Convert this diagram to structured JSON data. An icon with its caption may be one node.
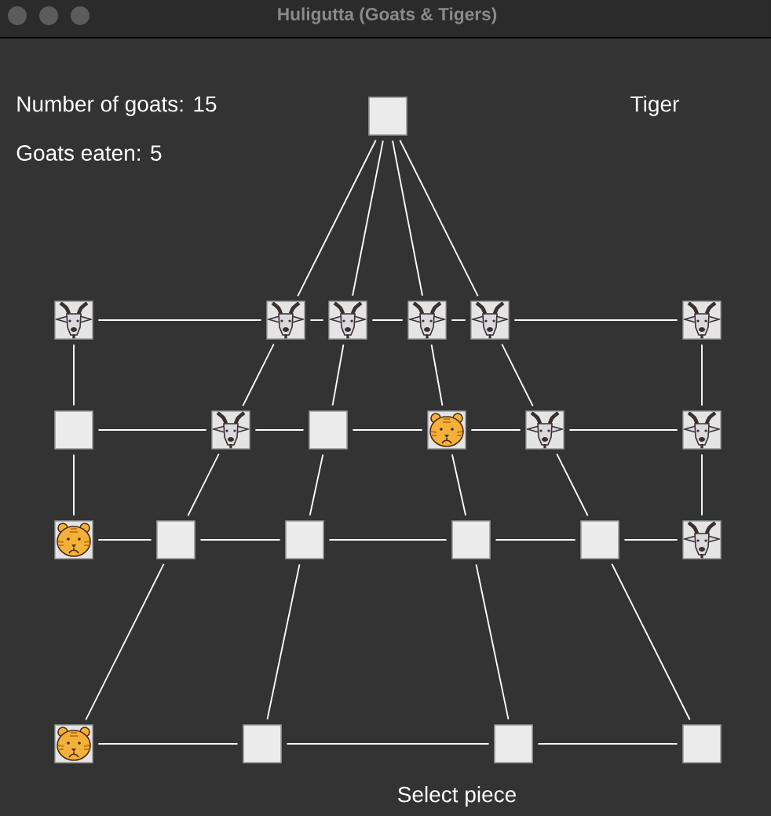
{
  "diagram": {
    "title": "Huligutta (Goats & Tigers)",
    "nodes": [
      {
        "text": [],
        "shape": "box"
      },
      {
        "text": [],
        "shape": "goat"
      },
      {
        "text": [],
        "shape": "goat"
      },
      {
        "text": [],
        "shape": "goat"
      },
      {
        "text": [],
        "shape": "goat"
      },
      {
        "text": [],
        "shape": "goat"
      },
      {
        "text": [],
        "shape": "goat"
      },
      {
        "text": [],
        "shape": "box"
      },
      {
        "text": [],
        "shape": "goat"
      },
      {
        "text": [],
        "shape": "box"
      },
      {
        "text": [],
        "shape": "tiger"
      },
      {
        "text": [],
        "shape": "goat"
      },
      {
        "text": [],
        "shape": "goat"
      },
      {
        "text": [],
        "shape": "tiger"
      },
      {
        "text": [],
        "shape": "box"
      },
      {
        "text": [],
        "shape": "box"
      },
      {
        "text": [],
        "shape": "box"
      },
      {
        "text": [],
        "shape": "box"
      },
      {
        "text": [],
        "shape": "goat"
      },
      {
        "text": [],
        "shape": "tiger"
      },
      {
        "text": [],
        "shape": "box"
      },
      {
        "text": [],
        "shape": "box"
      },
      {
        "text": [],
        "shape": "box"
      }
    ],
    "edges": [
      {
        "from": 0,
        "to": 2,
        "arrow": "none"
      },
      {
        "from": 0,
        "to": 3,
        "arrow": "none"
      },
      {
        "from": 0,
        "to": 4,
        "arrow": "none"
      },
      {
        "from": 0,
        "to": 5,
        "arrow": "none"
      },
      {
        "from": 1,
        "to": 2,
        "arrow": "none"
      },
      {
        "from": 2,
        "to": 3,
        "arrow": "none"
      },
      {
        "from": 3,
        "to": 4,
        "arrow": "none"
      },
      {
        "from": 4,
        "to": 5,
        "arrow": "none"
      },
      {
        "from": 5,
        "to": 6,
        "arrow": "none"
      },
      {
        "from": 1,
        "to": 7,
        "arrow": "none"
      },
      {
        "from": 2,
        "to": 8,
        "arrow": "none"
      },
      {
        "from": 3,
        "to": 9,
        "arrow": "none"
      },
      {
        "from": 4,
        "to": 10,
        "arrow": "none"
      },
      {
        "from": 5,
        "to": 11,
        "arrow": "none"
      },
      {
        "from": 6,
        "to": 12,
        "arrow": "none"
      },
      {
        "from": 7,
        "to": 8,
        "arrow": "none"
      },
      {
        "from": 8,
        "to": 9,
        "arrow": "none"
      },
      {
        "from": 9,
        "to": 10,
        "arrow": "none"
      },
      {
        "from": 10,
        "to": 11,
        "arrow": "none"
      },
      {
        "from": 11,
        "to": 12,
        "arrow": "none"
      },
      {
        "from": 7,
        "to": 13,
        "arrow": "none"
      },
      {
        "from": 8,
        "to": 14,
        "arrow": "none"
      },
      {
        "from": 9,
        "to": 15,
        "arrow": "none"
      },
      {
        "from": 10,
        "to": 16,
        "arrow": "none"
      },
      {
        "from": 11,
        "to": 17,
        "arrow": "none"
      },
      {
        "from": 12,
        "to": 18,
        "arrow": "none"
      },
      {
        "from": 13,
        "to": 14,
        "arrow": "none"
      },
      {
        "from": 14,
        "to": 15,
        "arrow": "none"
      },
      {
        "from": 15,
        "to": 16,
        "arrow": "none"
      },
      {
        "from": 16,
        "to": 17,
        "arrow": "none"
      },
      {
        "from": 17,
        "to": 18,
        "arrow": "none"
      },
      {
        "from": 14,
        "to": 19,
        "arrow": "none"
      },
      {
        "from": 15,
        "to": 20,
        "arrow": "none"
      },
      {
        "from": 16,
        "to": 21,
        "arrow": "none"
      },
      {
        "from": 17,
        "to": 22,
        "arrow": "none"
      },
      {
        "from": 19,
        "to": 20,
        "arrow": "none"
      },
      {
        "from": 20,
        "to": 21,
        "arrow": "none"
      },
      {
        "from": 21,
        "to": 22,
        "arrow": "none"
      }
    ],
    "labels": [
      "Number of goats: 15",
      "Goats eaten: 5",
      "Tiger",
      "Select piece"
    ]
  }
}
